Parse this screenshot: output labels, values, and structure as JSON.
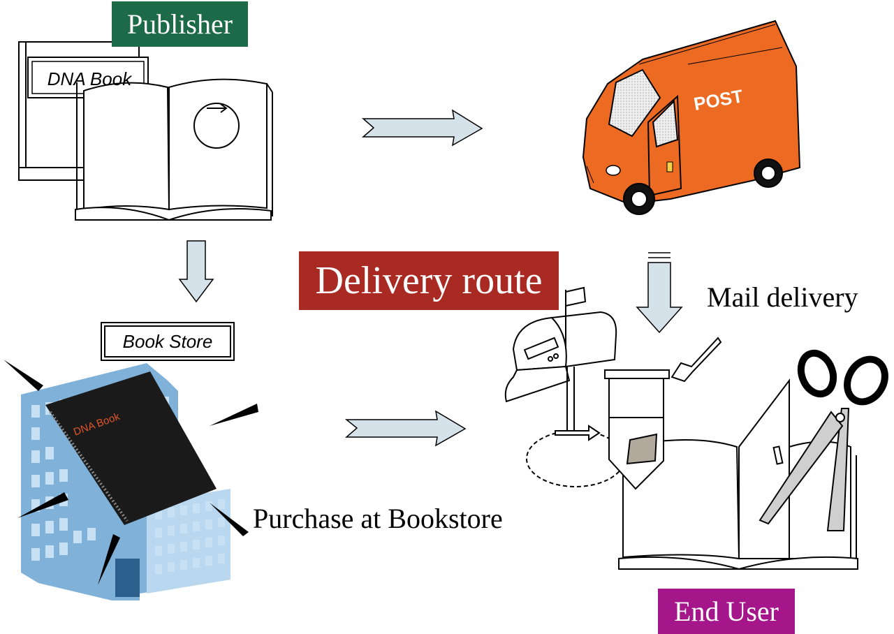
{
  "labels": {
    "publisher": "Publisher",
    "dna_book_cover": "DNA Book",
    "delivery_route": "Delivery route",
    "mail_delivery": "Mail delivery",
    "book_store": "Book Store",
    "dna_book_binder": "DNA Book",
    "post": "POST",
    "purchase": "Purchase at Bookstore",
    "end_user": "End User"
  },
  "colors": {
    "publisher_tag": "#1d6a48",
    "delivery_tag": "#a82a22",
    "end_user_tag": "#a4168a",
    "van": "#ec6a22",
    "arrow_fill": "#d6e2ea",
    "building": "#7fb1d9",
    "binder": "#1a1a1a",
    "binder_text": "#e0542a"
  },
  "icons": [
    "open-book-icon",
    "van-icon",
    "building-icon",
    "binder-icon",
    "mailbox-icon",
    "tube-icon",
    "scissors-icon",
    "arrow-icon"
  ]
}
